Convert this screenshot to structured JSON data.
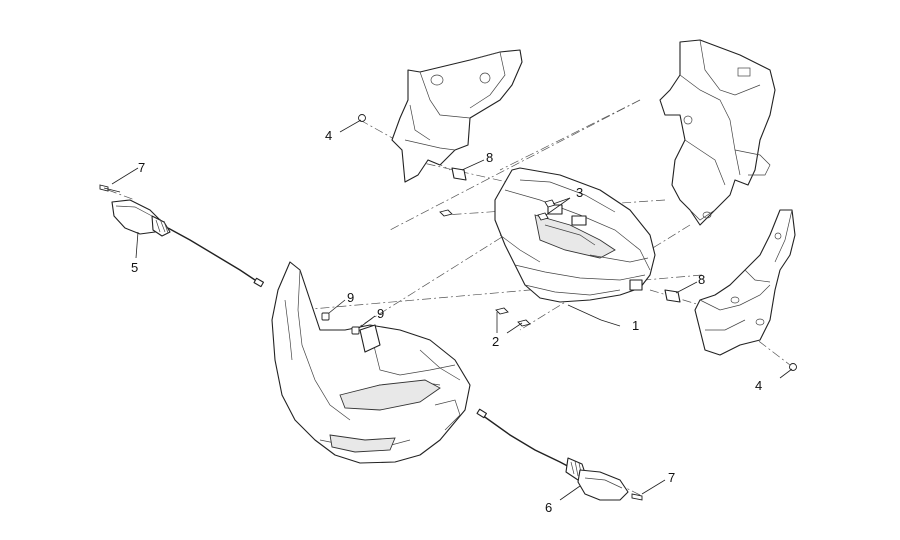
{
  "diagram": {
    "callouts": [
      {
        "id": "c1",
        "label": "1"
      },
      {
        "id": "c2",
        "label": "2"
      },
      {
        "id": "c3",
        "label": "3"
      },
      {
        "id": "c4a",
        "label": "4"
      },
      {
        "id": "c4b",
        "label": "4"
      },
      {
        "id": "c5",
        "label": "5"
      },
      {
        "id": "c6",
        "label": "6"
      },
      {
        "id": "c7a",
        "label": "7"
      },
      {
        "id": "c7b",
        "label": "7"
      },
      {
        "id": "c8a",
        "label": "8"
      },
      {
        "id": "c8b",
        "label": "8"
      },
      {
        "id": "c9a",
        "label": "9"
      },
      {
        "id": "c9b",
        "label": "9"
      }
    ]
  }
}
